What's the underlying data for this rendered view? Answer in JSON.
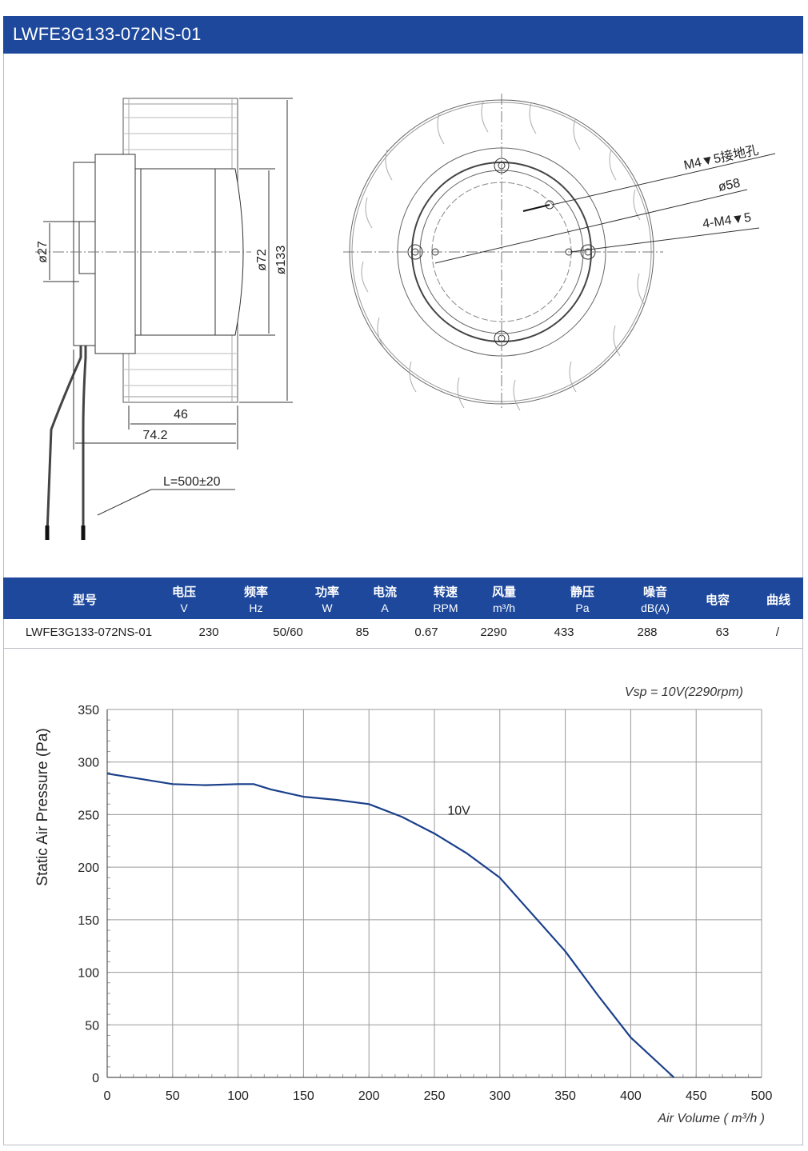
{
  "header": {
    "model_title": "LWFE3G133-072NS-01"
  },
  "drawing": {
    "dim_side_height": "ø133",
    "dim_motor_dia": "ø72",
    "dim_hub_dia": "ø27",
    "dim_depth_46": "46",
    "dim_depth_74": "74.2",
    "dim_cable_length": "L=500±20",
    "label_ground_hole": "M4▼5接地孔",
    "label_bolt_circle": "ø58",
    "label_holes": "4-M4▼5"
  },
  "spec_table": {
    "columns": [
      {
        "name": "型号",
        "unit": ""
      },
      {
        "name": "电压",
        "unit": "V"
      },
      {
        "name": "频率",
        "unit": "Hz"
      },
      {
        "name": "功率",
        "unit": "W"
      },
      {
        "name": "电流",
        "unit": "A"
      },
      {
        "name": "转速",
        "unit": "RPM"
      },
      {
        "name": "风量",
        "unit": "m³/h"
      },
      {
        "name": "静压",
        "unit": "Pa"
      },
      {
        "name": "噪音",
        "unit": "dB(A)"
      },
      {
        "name": "电容",
        "unit": ""
      },
      {
        "name": "曲线",
        "unit": ""
      }
    ],
    "row": [
      "LWFE3G133-072NS-01",
      "230",
      "50/60",
      "85",
      "0.67",
      "2290",
      "433",
      "288",
      "63",
      "/"
    ]
  },
  "chart_data": {
    "type": "line",
    "title": "Vsp = 10V(2290rpm)",
    "xlabel": "Air Volume ( m³/h )",
    "ylabel": "Static Air Pressure  (Pa)",
    "xlim": [
      0,
      500
    ],
    "ylim": [
      0,
      350
    ],
    "x_ticks": [
      0,
      50,
      100,
      150,
      200,
      250,
      300,
      350,
      400,
      450,
      500
    ],
    "y_ticks": [
      0,
      50,
      100,
      150,
      200,
      250,
      300,
      350
    ],
    "grid": true,
    "series_color": "#1a3f8a",
    "series": [
      {
        "name": "10V",
        "x": [
          0,
          25,
          50,
          75,
          100,
          112,
          125,
          150,
          175,
          200,
          225,
          250,
          275,
          300,
          325,
          350,
          375,
          400,
          433
        ],
        "y": [
          289,
          284,
          279,
          278,
          279,
          279,
          274,
          267,
          264,
          260,
          248,
          232,
          213,
          190,
          155,
          120,
          78,
          38,
          0
        ]
      }
    ]
  }
}
